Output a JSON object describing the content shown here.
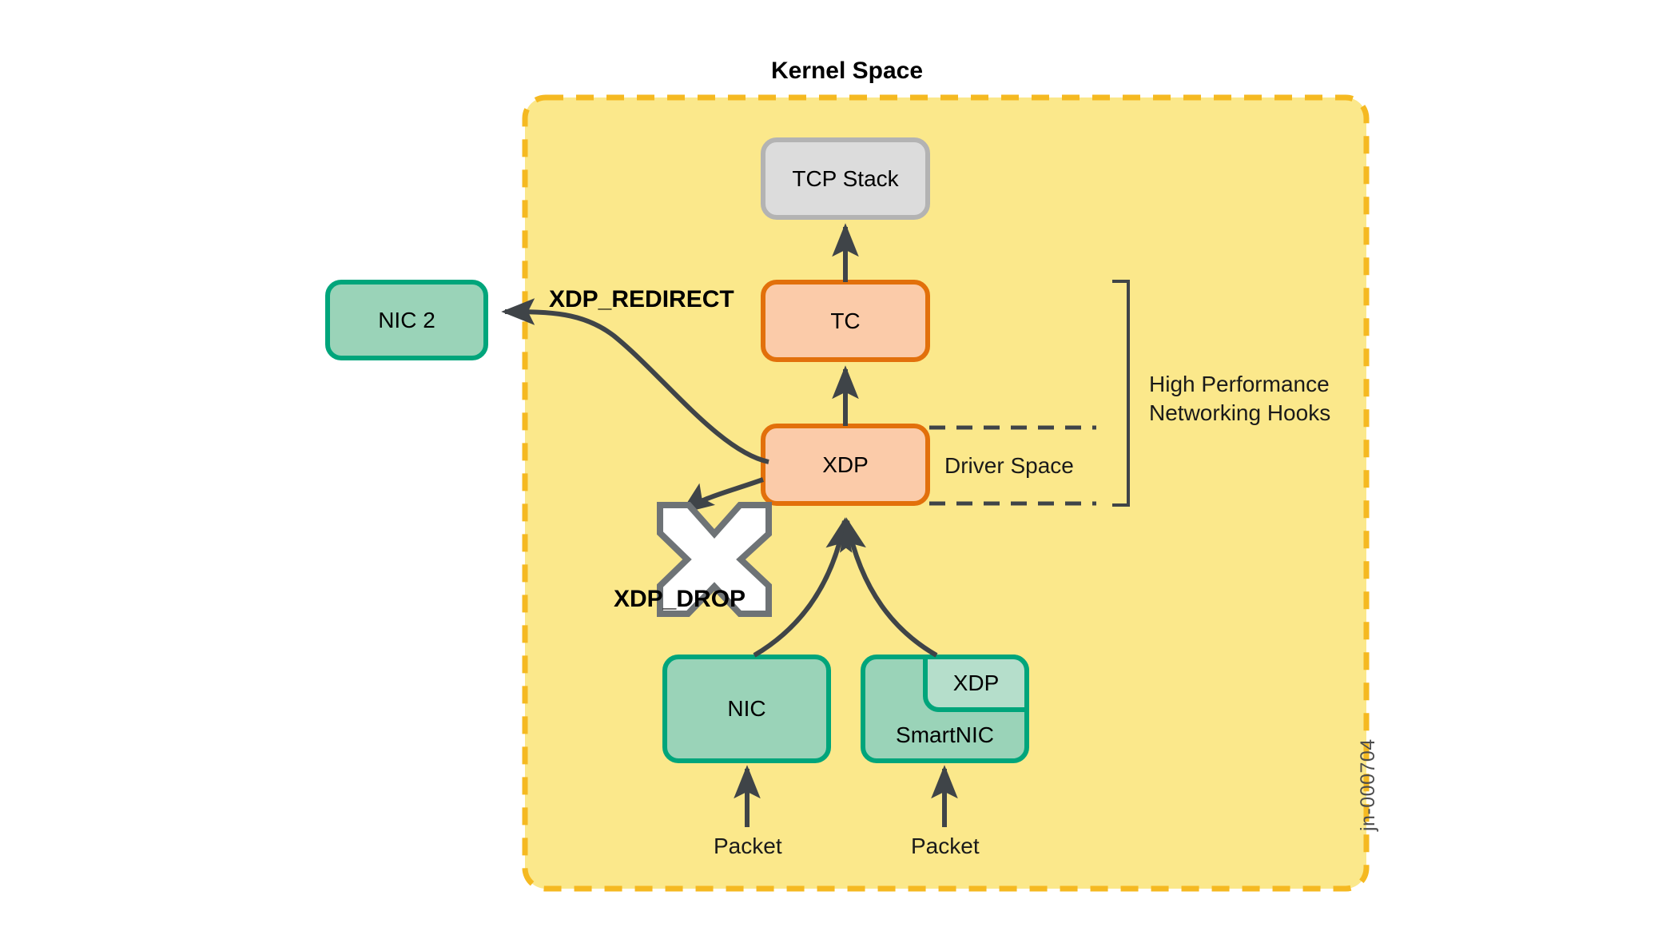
{
  "diagram": {
    "title": "Kernel Space",
    "watermark": "jn-000704",
    "colors": {
      "kernel_fill": "#FBE88B",
      "kernel_border": "#F5B921",
      "orange_fill": "#FBCBA9",
      "orange_border": "#E2700B",
      "green_fill": "#9AD3B8",
      "green_border": "#00A57B",
      "green_light_fill": "#B5DECB",
      "gray_fill": "#DCDCDC",
      "gray_border": "#B3B3B3",
      "arrow": "#3F4448",
      "drop_x_fill": "#FFFFFF",
      "drop_x_border": "#6E7376"
    },
    "nodes": {
      "tcp_stack": {
        "label": "TCP Stack"
      },
      "tc": {
        "label": "TC"
      },
      "xdp": {
        "label": "XDP"
      },
      "nic": {
        "label": "NIC"
      },
      "smartnic": {
        "label": "SmartNIC"
      },
      "smartnic_xdp": {
        "label": "XDP"
      },
      "nic2": {
        "label": "NIC 2"
      }
    },
    "labels": {
      "xdp_redirect": "XDP_REDIRECT",
      "xdp_drop": "XDP_DROP",
      "driver_space": "Driver Space",
      "hooks_line1": "High Performance",
      "hooks_line2": "Networking Hooks",
      "packet_left": "Packet",
      "packet_right": "Packet"
    }
  }
}
